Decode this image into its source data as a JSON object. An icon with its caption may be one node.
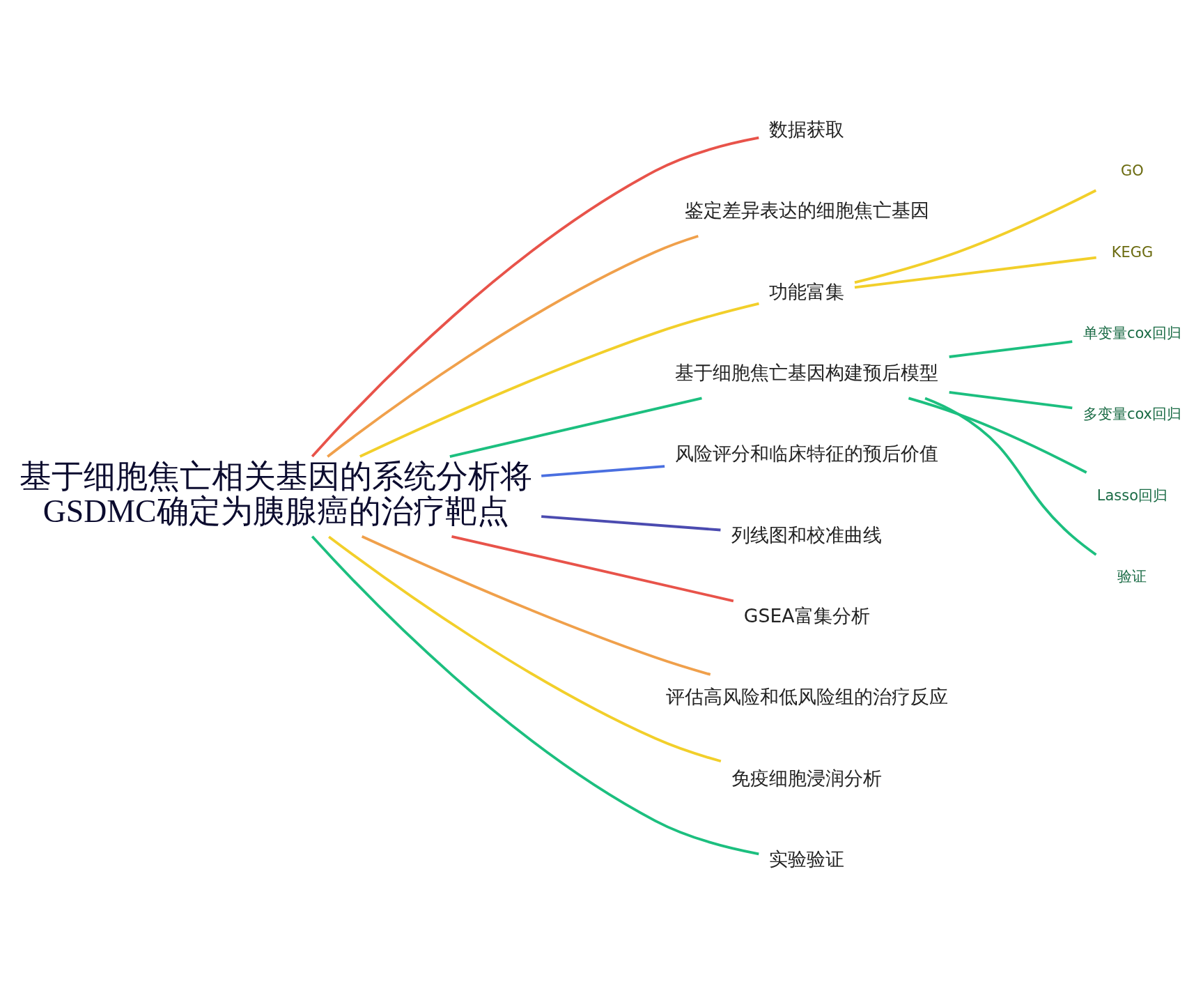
{
  "diagram": {
    "nodes": [
      {
        "text": [
          "基于细胞焦亡相关基因的系统分析将GSDMC确定为胰腺癌的治疗靶点"
        ]
      },
      {
        "text": [
          "数据获取"
        ]
      },
      {
        "text": [
          "鉴定差异表达的细胞焦亡基因"
        ]
      },
      {
        "text": [
          "功能富集"
        ]
      },
      {
        "text": [
          "GO"
        ]
      },
      {
        "text": [
          "KEGG"
        ]
      },
      {
        "text": [
          "基于细胞焦亡基因构建预后模型"
        ]
      },
      {
        "text": [
          "单变量cox回归"
        ]
      },
      {
        "text": [
          "多变量cox回归"
        ]
      },
      {
        "text": [
          "Lasso回归"
        ]
      },
      {
        "text": [
          "验证"
        ]
      },
      {
        "text": [
          "风险评分和临床特征的预后价值"
        ]
      },
      {
        "text": [
          "列线图和校准曲线"
        ]
      },
      {
        "text": [
          "GSEA富集分析"
        ]
      },
      {
        "text": [
          "评估高风险和低风险组的治疗反应"
        ]
      },
      {
        "text": [
          "免疫细胞浸润分析"
        ]
      },
      {
        "text": [
          "实验验证"
        ]
      }
    ],
    "edges": [
      {
        "from": 0,
        "to": 1,
        "arrow": "none",
        "color": "#e8534a"
      },
      {
        "from": 0,
        "to": 2,
        "arrow": "none",
        "color": "#f0a04b"
      },
      {
        "from": 0,
        "to": 3,
        "arrow": "none",
        "color": "#f2cf2a"
      },
      {
        "from": 3,
        "to": 4,
        "arrow": "none",
        "color": "#f2cf2a"
      },
      {
        "from": 3,
        "to": 5,
        "arrow": "none",
        "color": "#f2cf2a"
      },
      {
        "from": 0,
        "to": 6,
        "arrow": "none",
        "color": "#1cbf7f"
      },
      {
        "from": 6,
        "to": 7,
        "arrow": "none",
        "color": "#1cbf7f"
      },
      {
        "from": 6,
        "to": 8,
        "arrow": "none",
        "color": "#1cbf7f"
      },
      {
        "from": 6,
        "to": 9,
        "arrow": "none",
        "color": "#1cbf7f"
      },
      {
        "from": 6,
        "to": 10,
        "arrow": "none",
        "color": "#1cbf7f"
      },
      {
        "from": 0,
        "to": 11,
        "arrow": "none",
        "color": "#4a6fe0"
      },
      {
        "from": 0,
        "to": 12,
        "arrow": "none",
        "color": "#4b4bb0"
      },
      {
        "from": 0,
        "to": 13,
        "arrow": "none",
        "color": "#e8534a"
      },
      {
        "from": 0,
        "to": 14,
        "arrow": "none",
        "color": "#f0a04b"
      },
      {
        "from": 0,
        "to": 15,
        "arrow": "none",
        "color": "#f2cf2a"
      },
      {
        "from": 0,
        "to": 16,
        "arrow": "none",
        "color": "#1cbf7f"
      }
    ]
  }
}
